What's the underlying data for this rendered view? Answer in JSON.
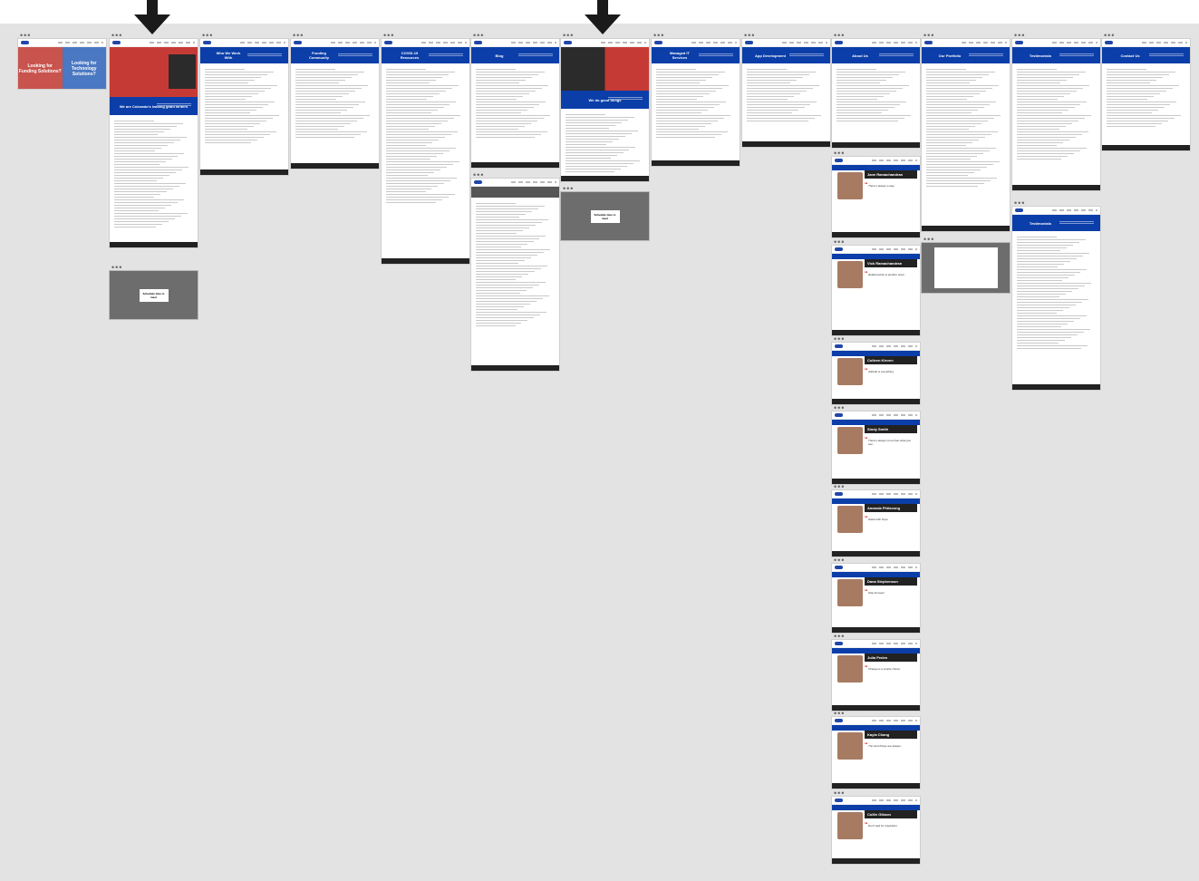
{
  "pages": {
    "home": {
      "left": "Looking for Funding Solutions?",
      "right": "Looking for Technology Solutions?"
    },
    "funding_home": {
      "stats_title": "We are Colorado's leading grant writers"
    },
    "who_we_work_with": {
      "title": "Who We Work With"
    },
    "funding_community": {
      "title": "Funding Community"
    },
    "covid": {
      "title": "COVID-19 Resources"
    },
    "blog": {
      "title": "Blog"
    },
    "tech_home": {
      "stats_title": "We do good things"
    },
    "managed_it": {
      "title": "Managed IT Services"
    },
    "app_dev": {
      "title": "App Development"
    },
    "about": {
      "title": "About Us"
    },
    "portfolio": {
      "title": "Our Portfolio"
    },
    "testimonials": {
      "title": "Testimonials"
    },
    "testimonials_2": {
      "title": "Testimonials"
    },
    "contact": {
      "title": "Contact Us"
    },
    "schedule_1": {
      "label": "Schedule time to meet"
    },
    "schedule_2": {
      "label": "Schedule time to meet"
    }
  },
  "team": [
    {
      "name": "Jane Ramachandran",
      "quote": "There's always a way."
    },
    {
      "name": "Vick Ramachandran",
      "quote": "Relationships is another word..."
    },
    {
      "name": "Colleen Kleven",
      "quote": "Attitude is everything."
    },
    {
      "name": "Sindy Smith",
      "quote": "There's always more than what you see."
    },
    {
      "name": "Amanda Philavong",
      "quote": "Stand with hope."
    },
    {
      "name": "Dana Stephenson",
      "quote": "Stay focused."
    },
    {
      "name": "Julia Peden",
      "quote": "Change is a simple choice."
    },
    {
      "name": "Kayla Chang",
      "quote": "The best things are always..."
    },
    {
      "name": "Collin Gibson",
      "quote": "Don't wait for inspiration."
    }
  ],
  "colors": {
    "brand_blue": "#0b3ea8",
    "accent_red": "#c63a35",
    "dark": "#222222",
    "canvas": "#e3e3e3"
  }
}
